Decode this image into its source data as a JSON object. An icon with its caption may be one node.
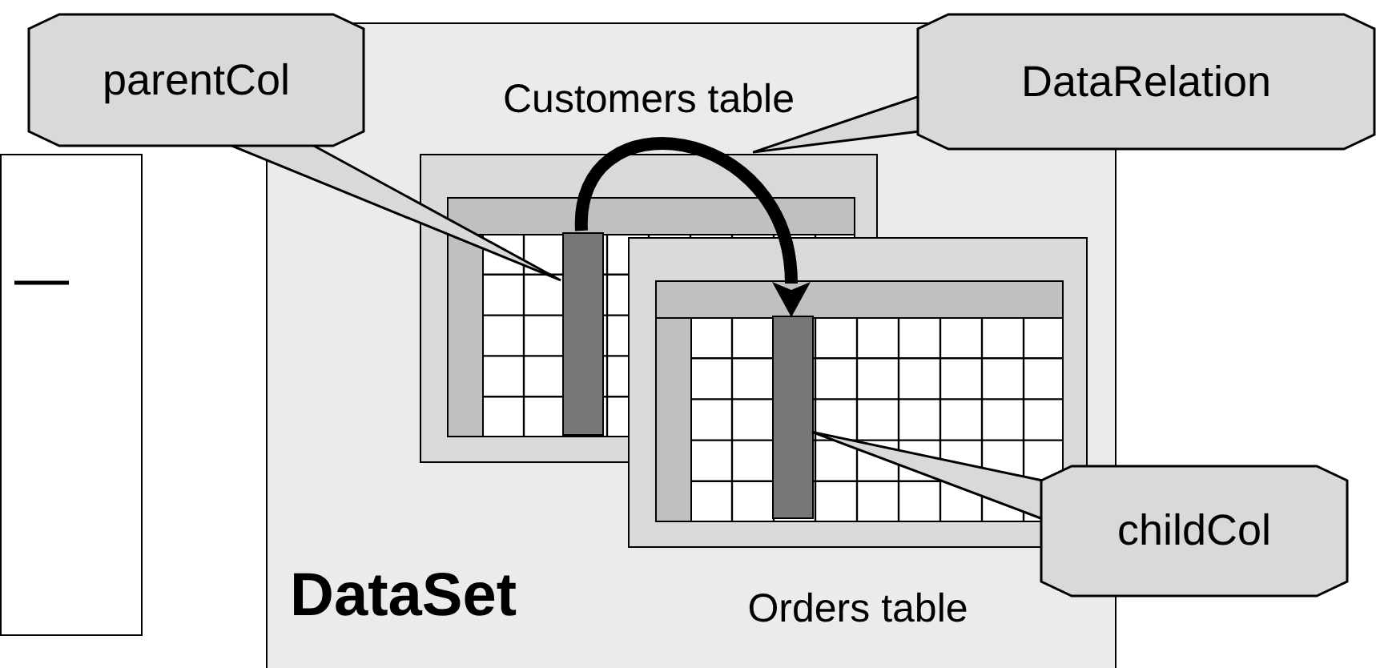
{
  "diagram": {
    "nodes": [
      {
        "text": [
          "parentCol"
        ]
      },
      {
        "text": [
          "DataSet"
        ]
      },
      {
        "text": [
          "Customers table"
        ],
        "in": 1
      },
      {
        "text": [],
        "shape": "bar",
        "in": 2
      },
      {
        "text": [
          "DataRelation"
        ]
      },
      {
        "text": [],
        "shape": "box"
      },
      {
        "text": [
          "Orders table"
        ],
        "in": 1
      },
      {
        "text": [],
        "shape": "bar",
        "in": 6
      },
      {
        "text": [
          "childCol"
        ]
      }
    ],
    "edges": [
      {
        "from": 0,
        "to": 3,
        "arrow": "none"
      },
      {
        "from": 4,
        "to": 2,
        "arrow": "none"
      },
      {
        "from": 3,
        "to": 7,
        "arrow": "to",
        "style": "thick"
      },
      {
        "from": 8,
        "to": 7,
        "arrow": "none"
      }
    ]
  }
}
